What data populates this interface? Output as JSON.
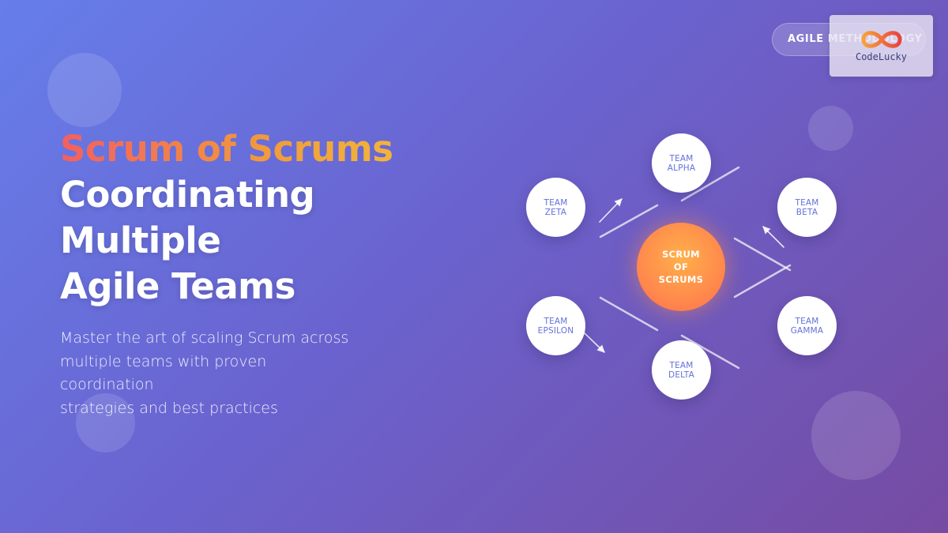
{
  "header": {
    "title": "Scrum of Scrums",
    "subtitle_lines": [
      "Coordinating",
      "Multiple",
      "Agile Teams"
    ],
    "description_lines": [
      "Master the art of scaling Scrum across",
      "multiple teams with proven coordination",
      "strategies and best practices"
    ]
  },
  "badge": {
    "label": "AGILE METHODOLOGY"
  },
  "logo": {
    "text": "CodeLucky"
  },
  "diagram": {
    "hub_lines": [
      "SCRUM",
      "OF",
      "SCRUMS"
    ],
    "teams": [
      {
        "lines": [
          "TEAM",
          "ALPHA"
        ]
      },
      {
        "lines": [
          "TEAM",
          "BETA"
        ]
      },
      {
        "lines": [
          "TEAM",
          "GAMMA"
        ]
      },
      {
        "lines": [
          "TEAM",
          "DELTA"
        ]
      },
      {
        "lines": [
          "TEAM",
          "EPSILON"
        ]
      },
      {
        "lines": [
          "TEAM",
          "ZETA"
        ]
      }
    ]
  },
  "colors": {
    "background_start": "#667eea",
    "background_end": "#764ba2",
    "title_gradient": [
      "#f35f5f",
      "#f0a03a",
      "#f3c23d"
    ],
    "hub": "#ff8a4c",
    "node_text": "#6471d8"
  }
}
